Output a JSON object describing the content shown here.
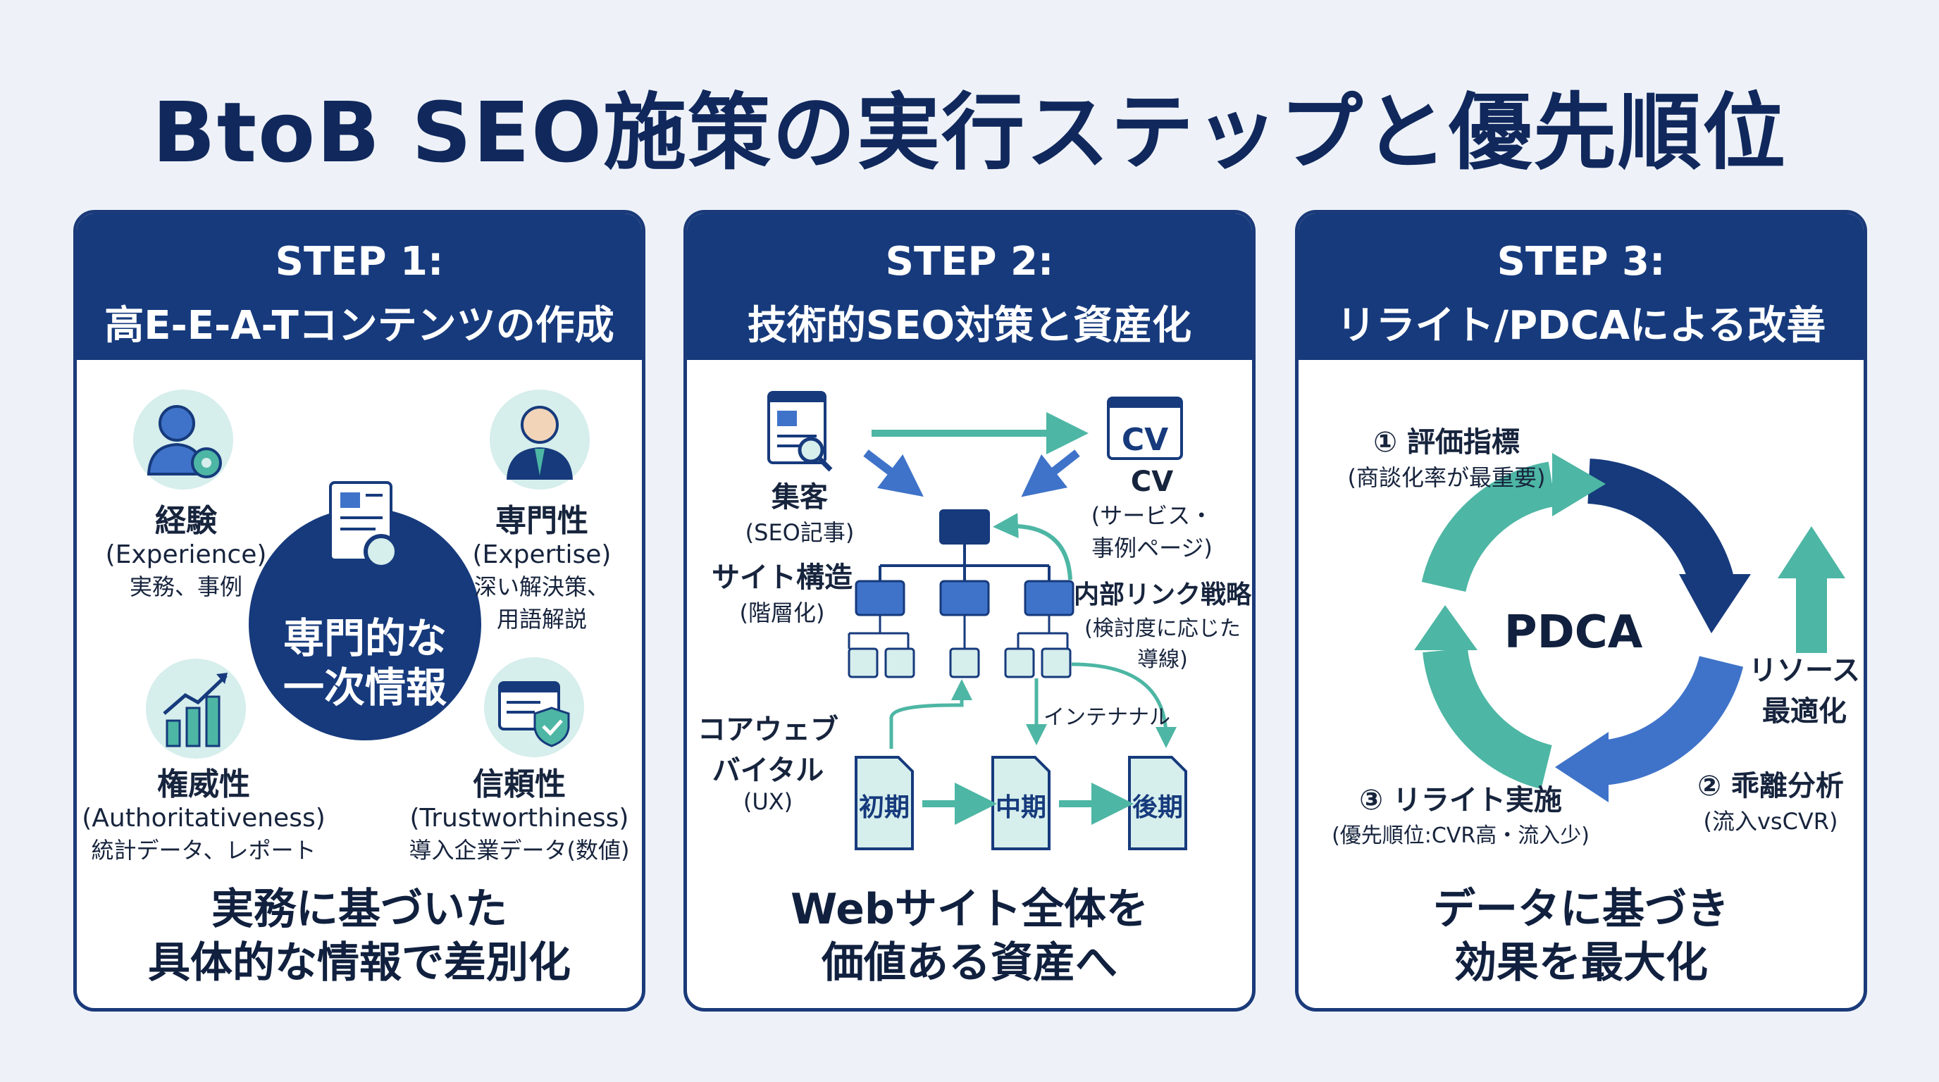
{
  "title": "BtoB SEO施策の実行ステップと優先順位",
  "steps": [
    {
      "step": "STEP 1:",
      "title": "高E-E-A-Tコンテンツの作成",
      "center": [
        "専門的な",
        "一次情報"
      ],
      "items": [
        {
          "name": "経験",
          "en": "(Experience)",
          "desc": [
            "実務、事例"
          ],
          "icon": "person-gear-icon"
        },
        {
          "name": "専門性",
          "en": "(Expertise)",
          "desc": [
            "深い解決策、",
            "用語解説"
          ],
          "icon": "professional-person-icon"
        },
        {
          "name": "権威性",
          "en": "(Authoritativeness)",
          "desc": [
            "統計データ、レポート"
          ],
          "icon": "growth-chart-icon"
        },
        {
          "name": "信頼性",
          "en": "(Trustworthiness)",
          "desc": [
            "導入企業データ(数値)"
          ],
          "icon": "shield-check-icon"
        }
      ],
      "footer": [
        "実務に基づいた",
        "具体的な情報で差別化"
      ]
    },
    {
      "step": "STEP 2:",
      "title": "技術的SEO対策と資産化",
      "acquisition": {
        "label": "集客",
        "sub": "(SEO記事)"
      },
      "cv": {
        "icon_text": "CV",
        "label": "CV",
        "sub": [
          "(サービス・",
          "事例ページ)"
        ]
      },
      "structure": {
        "label": "サイト構造",
        "sub": "(階層化)"
      },
      "internal_link": {
        "label": "内部リンク戦略",
        "sub": [
          "(検討度に応じた",
          "導線)"
        ]
      },
      "core_web_vitals": [
        "コアウェブ",
        "バイタル",
        "(UX)"
      ],
      "internal": "インテナナル",
      "phases": [
        "初期",
        "中期",
        "後期"
      ],
      "footer": [
        "Webサイト全体を",
        "価値ある資産へ"
      ]
    },
    {
      "step": "STEP 3:",
      "title": "リライト/PDCAによる改善",
      "center": "PDCA",
      "item1": {
        "label": "① 評価指標",
        "sub": "(商談化率が最重要)"
      },
      "item2": {
        "label": "② 乖離分析",
        "sub": "(流入vsCVR)"
      },
      "item3": {
        "label": "③ リライト実施",
        "sub": "(優先順位:CVR高・流入少)"
      },
      "resource": [
        "リソース",
        "最適化"
      ],
      "footer": [
        "データに基づき",
        "効果を最大化"
      ]
    }
  ],
  "colors": {
    "navy": "#163a7c",
    "teal": "#4db6a4",
    "blue": "#3f73c9",
    "light_teal": "#d6eeec"
  }
}
